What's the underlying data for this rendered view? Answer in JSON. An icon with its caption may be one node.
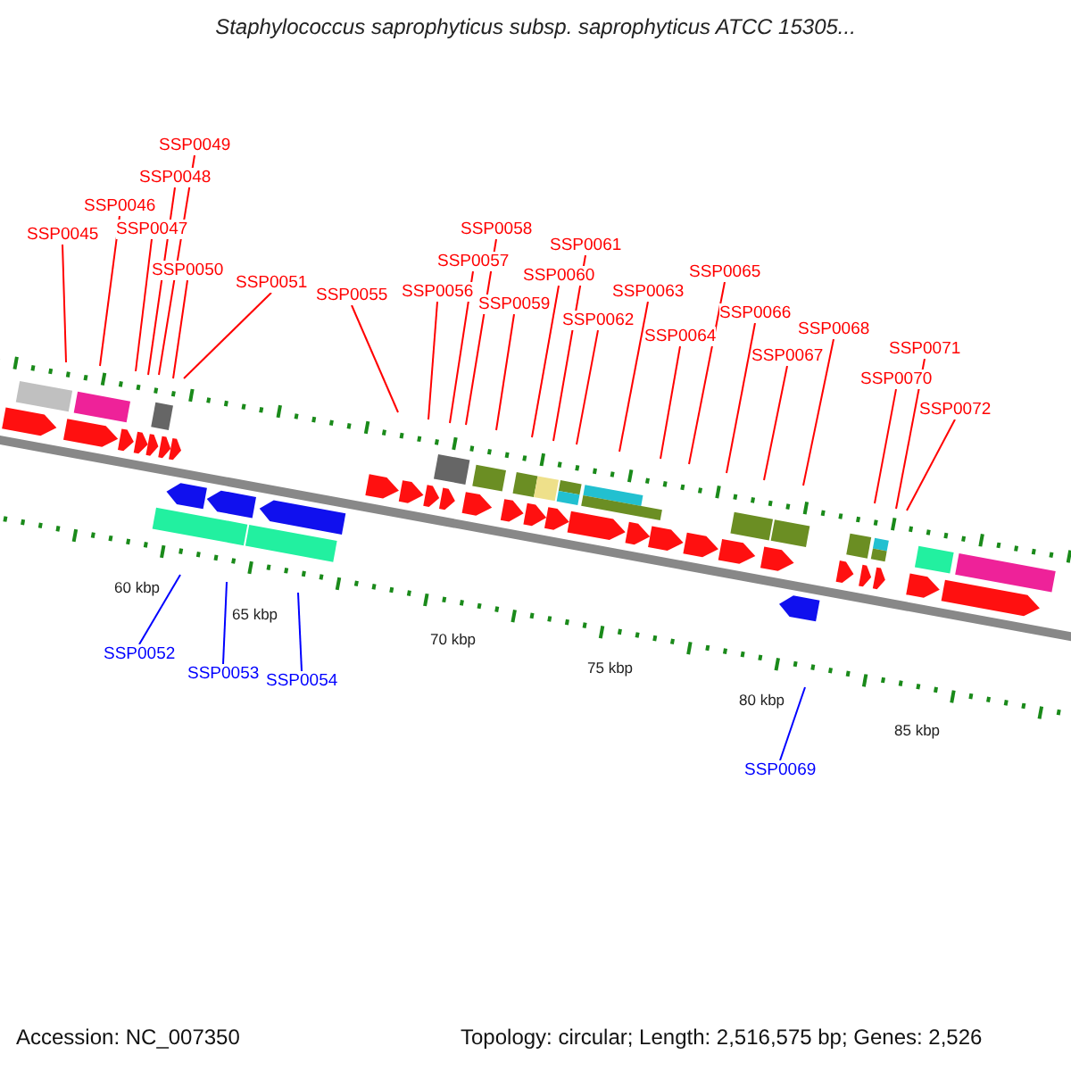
{
  "diagram": {
    "title": "Staphylococcus saprophyticus subsp. saprophyticus ATCC 15305...",
    "nodes": [
      {
        "text": [
          "SSP0045"
        ]
      },
      {
        "text": [
          "SSP0046"
        ]
      },
      {
        "text": [
          "SSP0047"
        ]
      },
      {
        "text": [
          "SSP0048"
        ]
      },
      {
        "text": [
          "SSP0049"
        ]
      },
      {
        "text": [
          "SSP0050"
        ]
      },
      {
        "text": [
          "SSP0051"
        ]
      },
      {
        "text": [
          "SSP0052"
        ]
      },
      {
        "text": [
          "SSP0053"
        ]
      },
      {
        "text": [
          "SSP0054"
        ]
      },
      {
        "text": [
          "SSP0055"
        ]
      },
      {
        "text": [
          "SSP0056"
        ]
      },
      {
        "text": [
          "SSP0057"
        ]
      },
      {
        "text": [
          "SSP0058"
        ]
      },
      {
        "text": [
          "SSP0059"
        ]
      },
      {
        "text": [
          "SSP0060"
        ]
      },
      {
        "text": [
          "SSP0061"
        ]
      },
      {
        "text": [
          "SSP0062"
        ]
      },
      {
        "text": [
          "SSP0063"
        ]
      },
      {
        "text": [
          "SSP0064"
        ]
      },
      {
        "text": [
          "SSP0065"
        ]
      },
      {
        "text": [
          "SSP0066"
        ]
      },
      {
        "text": [
          "SSP0067"
        ]
      },
      {
        "text": [
          "SSP0068"
        ]
      },
      {
        "text": [
          "SSP0069"
        ]
      },
      {
        "text": [
          "SSP0070"
        ]
      },
      {
        "text": [
          "SSP0071"
        ]
      },
      {
        "text": [
          "SSP0072"
        ]
      }
    ],
    "edges": [
      {
        "from": 0,
        "to": null,
        "arrow": "none"
      },
      {
        "from": 1,
        "to": null,
        "arrow": "none"
      },
      {
        "from": 2,
        "to": null,
        "arrow": "none"
      },
      {
        "from": 3,
        "to": null,
        "arrow": "none"
      },
      {
        "from": 4,
        "to": null,
        "arrow": "none"
      },
      {
        "from": 5,
        "to": null,
        "arrow": "none"
      },
      {
        "from": 6,
        "to": null,
        "arrow": "none"
      },
      {
        "from": 7,
        "to": null,
        "arrow": "none",
        "color": "#0000ff"
      },
      {
        "from": 8,
        "to": null,
        "arrow": "none",
        "color": "#0000ff"
      },
      {
        "from": 9,
        "to": null,
        "arrow": "none",
        "color": "#0000ff"
      },
      {
        "from": 10,
        "to": null,
        "arrow": "none"
      },
      {
        "from": 11,
        "to": null,
        "arrow": "none"
      },
      {
        "from": 12,
        "to": null,
        "arrow": "none"
      },
      {
        "from": 13,
        "to": null,
        "arrow": "none"
      },
      {
        "from": 14,
        "to": null,
        "arrow": "none"
      },
      {
        "from": 15,
        "to": null,
        "arrow": "none"
      },
      {
        "from": 16,
        "to": null,
        "arrow": "none"
      },
      {
        "from": 17,
        "to": null,
        "arrow": "none"
      },
      {
        "from": 18,
        "to": null,
        "arrow": "none"
      },
      {
        "from": 19,
        "to": null,
        "arrow": "none"
      },
      {
        "from": 20,
        "to": null,
        "arrow": "none"
      },
      {
        "from": 21,
        "to": null,
        "arrow": "none"
      },
      {
        "from": 22,
        "to": null,
        "arrow": "none"
      },
      {
        "from": 23,
        "to": null,
        "arrow": "none"
      },
      {
        "from": 24,
        "to": null,
        "arrow": "none",
        "color": "#0000ff"
      },
      {
        "from": 25,
        "to": null,
        "arrow": "none"
      },
      {
        "from": 26,
        "to": null,
        "arrow": "none"
      },
      {
        "from": 27,
        "to": null,
        "arrow": "none"
      }
    ],
    "labels": [
      "60 kbp",
      "65 kbp",
      "70 kbp",
      "75 kbp",
      "80 kbp",
      "85 kbp",
      "Accession: NC_007350",
      "Topology: circular; Length: 2,516,575 bp; Genes: 2,526"
    ]
  }
}
